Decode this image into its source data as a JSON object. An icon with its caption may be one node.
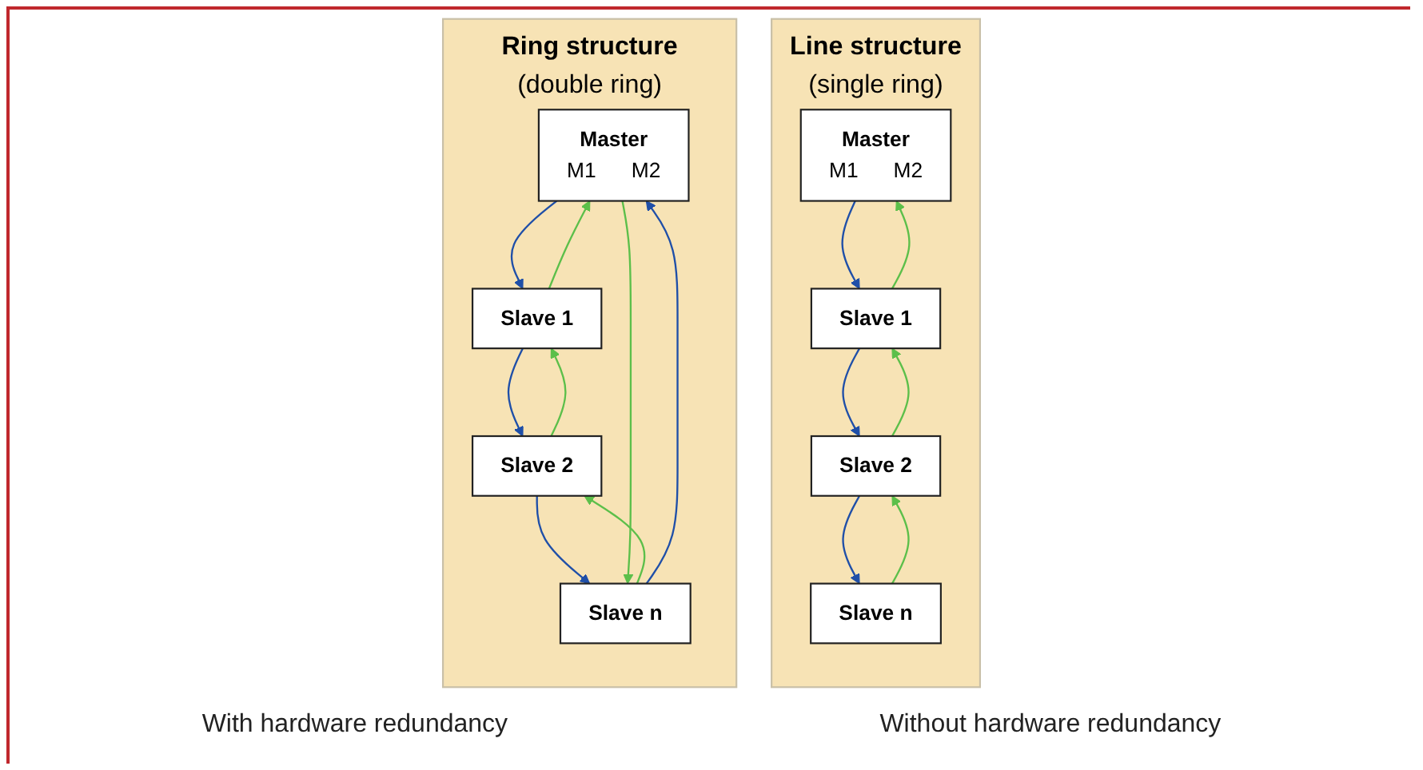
{
  "diagram": {
    "nodes": [
      {
        "text": [
          "Ring structure",
          "(double ring)"
        ]
      },
      {
        "text": [
          "Master",
          "M1",
          "M2"
        ],
        "in": 0
      },
      {
        "text": [
          "Slave 1"
        ],
        "in": 0
      },
      {
        "text": [
          "Slave 2"
        ],
        "in": 0
      },
      {
        "text": [
          "Slave n"
        ],
        "in": 0
      },
      {
        "text": [
          "Line structure",
          "(single ring)"
        ]
      },
      {
        "text": [
          "Master",
          "M1",
          "M2"
        ],
        "in": 5
      },
      {
        "text": [
          "Slave 1"
        ],
        "in": 5
      },
      {
        "text": [
          "Slave 2"
        ],
        "in": 5
      },
      {
        "text": [
          "Slave n"
        ],
        "in": 5
      }
    ],
    "edges": [
      {
        "from": 1,
        "to": 2,
        "arrow": "to",
        "color": "#1f4fa8"
      },
      {
        "from": 2,
        "to": 1,
        "arrow": "to",
        "color": "#5cbf4a"
      },
      {
        "from": 2,
        "to": 3,
        "arrow": "to",
        "color": "#1f4fa8"
      },
      {
        "from": 3,
        "to": 2,
        "arrow": "to",
        "color": "#5cbf4a"
      },
      {
        "from": 3,
        "to": 4,
        "arrow": "to",
        "color": "#1f4fa8"
      },
      {
        "from": 4,
        "to": 3,
        "arrow": "to",
        "color": "#5cbf4a"
      },
      {
        "from": 1,
        "to": 4,
        "arrow": "to",
        "color": "#5cbf4a"
      },
      {
        "from": 4,
        "to": 1,
        "arrow": "to",
        "color": "#1f4fa8"
      },
      {
        "from": 6,
        "to": 7,
        "arrow": "to",
        "color": "#1f4fa8"
      },
      {
        "from": 7,
        "to": 6,
        "arrow": "to",
        "color": "#5cbf4a"
      },
      {
        "from": 7,
        "to": 8,
        "arrow": "to",
        "color": "#1f4fa8"
      },
      {
        "from": 8,
        "to": 7,
        "arrow": "to",
        "color": "#5cbf4a"
      },
      {
        "from": 8,
        "to": 9,
        "arrow": "to",
        "color": "#1f4fa8"
      },
      {
        "from": 9,
        "to": 8,
        "arrow": "to",
        "color": "#5cbf4a"
      }
    ],
    "labels": [
      "With hardware redundancy",
      "Without hardware redundancy"
    ]
  }
}
